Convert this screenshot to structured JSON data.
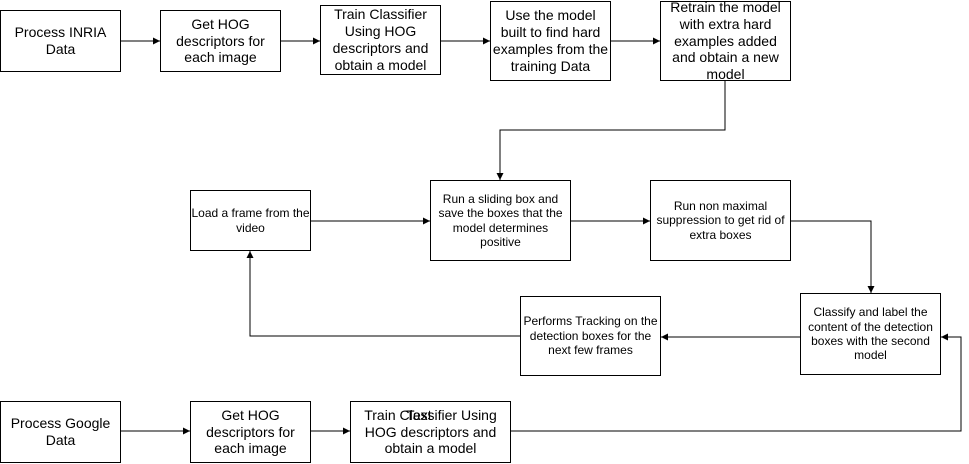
{
  "boxes": {
    "process_inria": "Process INRIA Data",
    "get_hog_1": "Get HOG descriptors for each image",
    "train_classifier_1": "Train Classifier Using HOG descriptors and obtain a model",
    "find_hard_examples": "Use the model built to find hard examples from the training Data",
    "retrain_model": "Retrain the model with extra hard examples added and obtain a new model",
    "load_frame": "Load a frame from the video",
    "sliding_box": "Run a sliding box and save the boxes that the model determines positive",
    "non_max_suppression": "Run non maximal suppression to get rid of extra boxes",
    "performs_tracking": "Performs Tracking on the detection boxes for the next few frames",
    "classify_label": "Classify and label the content of the detection boxes with the second model",
    "process_google": "Process Google Data",
    "get_hog_2": "Get HOG descriptors for each image",
    "train_classifier_2": "Train Classifier Using HOG descriptors and obtain a model"
  },
  "overlay_text": "Text"
}
